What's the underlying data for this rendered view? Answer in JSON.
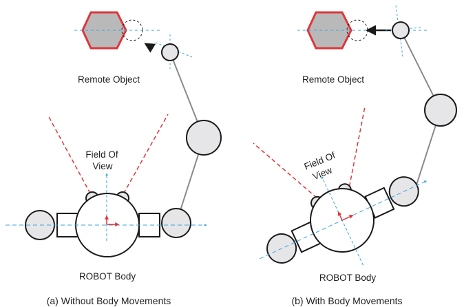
{
  "panels": [
    {
      "remote_label": "Remote Object",
      "fov_label_line1": "Field Of",
      "fov_label_line2": "View",
      "body_label": "ROBOT Body",
      "caption": "(a) Without Body Movements"
    },
    {
      "remote_label": "Remote Object",
      "fov_label_line1": "Field Of",
      "fov_label_line2": "View",
      "body_label": "ROBOT Body",
      "caption": "(b) With Body Movements"
    }
  ],
  "colors": {
    "object_fill": "#b9b9b9",
    "object_stroke": "#e0353a",
    "joint_fill": "#e6e6e8",
    "outline": "#1a1a1a",
    "arm": "#8a8a8a",
    "axis": "#3aa3dc",
    "fov": "#e0353a"
  }
}
